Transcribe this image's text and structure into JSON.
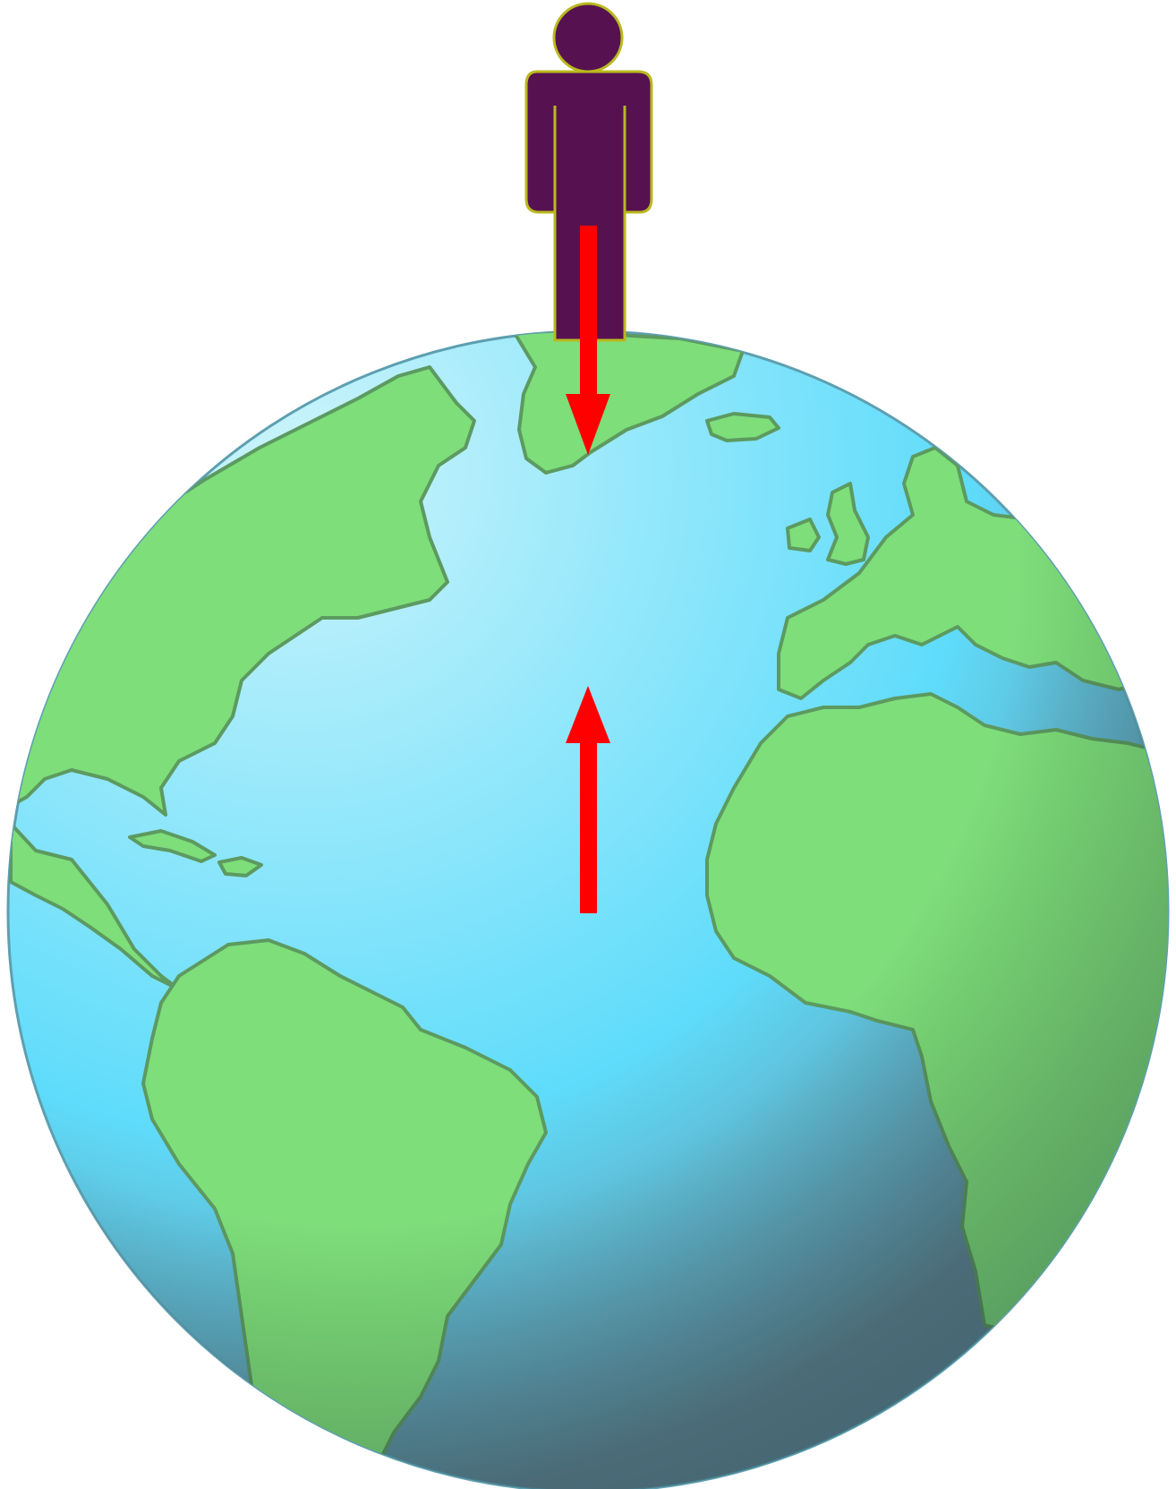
{
  "figure": {
    "figure_icon": "person-icon",
    "globe_icon": "earth-globe-icon",
    "arrows": [
      {
        "name": "force-on-person-arrow",
        "direction": "down"
      },
      {
        "name": "force-on-earth-arrow",
        "direction": "up"
      }
    ]
  },
  "colors": {
    "ocean_light": "#cdf4fb",
    "ocean": "#5fdcfb",
    "ocean_dark": "#5f8694",
    "land": "#7ede7a",
    "land_edge": "#5c9a60",
    "person": "#561250",
    "person_outline": "#b9b91e",
    "arrow": "#ff0000"
  }
}
